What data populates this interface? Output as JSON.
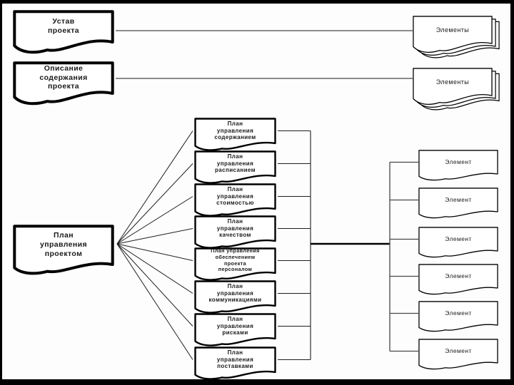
{
  "diagram": {
    "left_documents": [
      {
        "id": "ustav-proekta",
        "lines": [
          "Устав",
          "проекта"
        ]
      },
      {
        "id": "opisanie-soderzhaniya-proekta",
        "lines": [
          "Описание",
          "содержания",
          "проекта"
        ]
      },
      {
        "id": "plan-upravleniya-proektom",
        "lines": [
          "План",
          "управления",
          "проектом"
        ]
      }
    ],
    "plans": [
      {
        "id": "plan-upravleniya-soderzhaniem",
        "lines": [
          "План",
          "управления",
          "содержанием"
        ]
      },
      {
        "id": "plan-upravleniya-raspisaniem",
        "lines": [
          "План",
          "управления",
          "расписанием"
        ]
      },
      {
        "id": "plan-upravleniya-stoimostyu",
        "lines": [
          "План",
          "управления",
          "стоимостью"
        ]
      },
      {
        "id": "plan-upravleniya-kachestvom",
        "lines": [
          "План",
          "управления",
          "качеством"
        ]
      },
      {
        "id": "plan-upravleniya-obespecheniem-personalom",
        "lines": [
          "План управления",
          "обеспечением",
          "проекта",
          "персоналом"
        ],
        "small": true
      },
      {
        "id": "plan-upravleniya-kommunikatsiyami",
        "lines": [
          "План",
          "управления",
          "коммуникациями"
        ]
      },
      {
        "id": "plan-upravleniya-riskami",
        "lines": [
          "План",
          "управления",
          "рисками"
        ]
      },
      {
        "id": "plan-upravleniya-postavkami",
        "lines": [
          "План",
          "управления",
          "поставками"
        ]
      }
    ],
    "element_stacks": [
      {
        "id": "elementy-stack-1",
        "label": "Элементы"
      },
      {
        "id": "elementy-stack-2",
        "label": "Элементы"
      }
    ],
    "elements": [
      {
        "id": "element-1",
        "label": "Элемент"
      },
      {
        "id": "element-2",
        "label": "Элемент"
      },
      {
        "id": "element-3",
        "label": "Элемент"
      },
      {
        "id": "element-4",
        "label": "Элемент"
      },
      {
        "id": "element-5",
        "label": "Элемент"
      },
      {
        "id": "element-6",
        "label": "Элемент"
      }
    ]
  },
  "colors": {
    "background": "#fdfdfd",
    "frame": "#000000",
    "line_gray": "#474747",
    "line_dark": "#1e1e1e",
    "line_thick": "#000000",
    "shape_border": "#000000",
    "shape_fill": "#ffffff",
    "text": "#1a1a1a"
  }
}
